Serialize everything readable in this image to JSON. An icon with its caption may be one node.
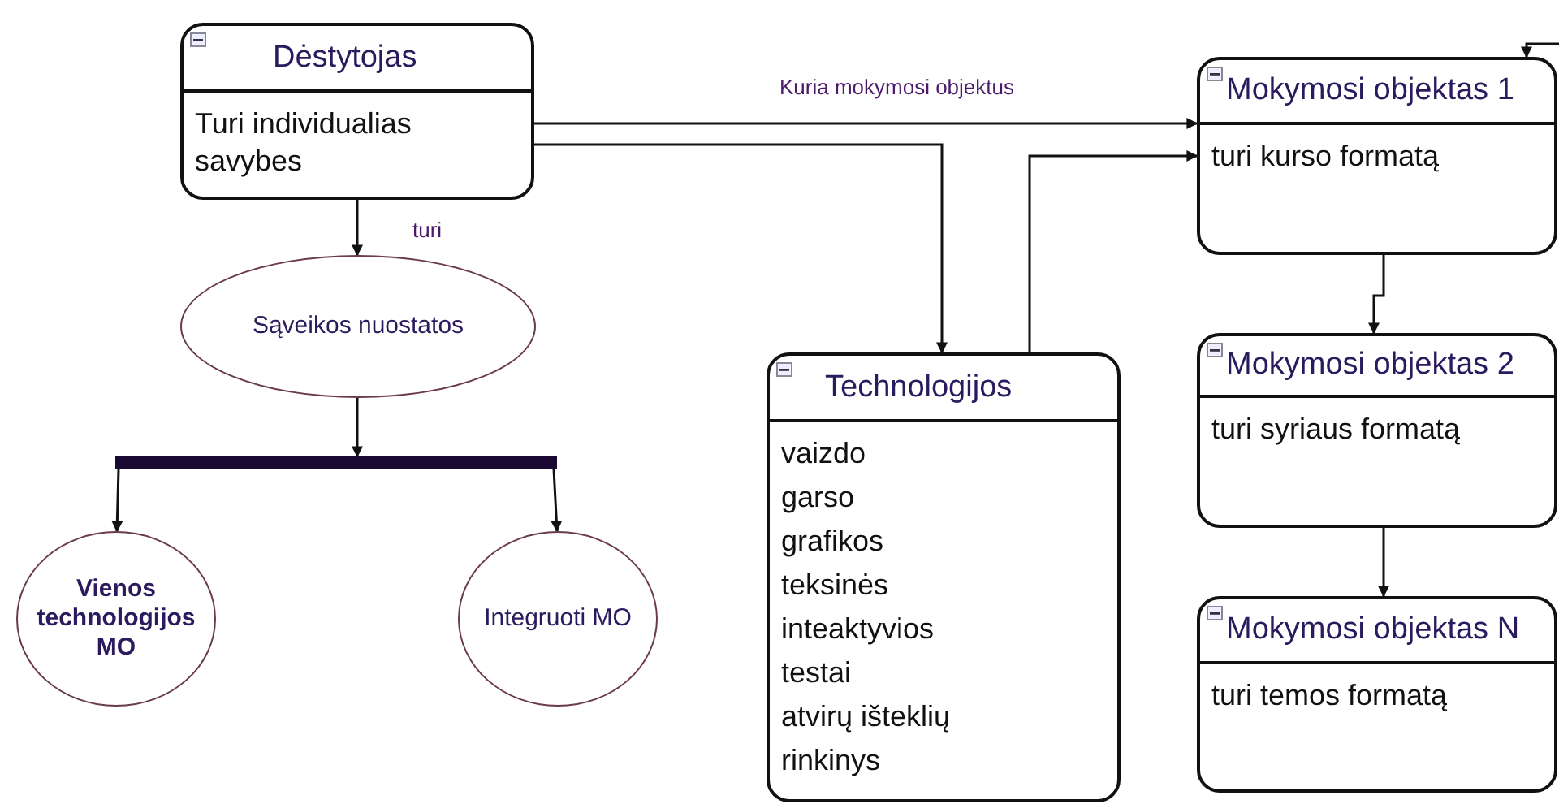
{
  "diagram": {
    "nodes": [
      {
        "text": [
          "Dėstytojas",
          "Turi individualias savybes"
        ]
      },
      {
        "text": [
          "Sąveikos nuostatos"
        ]
      },
      {
        "text": [],
        "shape": "bar"
      },
      {
        "text": [
          "Vienos technologijos MO"
        ]
      },
      {
        "text": [
          "Integruoti MO"
        ]
      },
      {
        "text": [
          "Technologijos",
          "vaizdo",
          "garso",
          "grafikos",
          "teksinės",
          "inteaktyvios",
          "testai",
          "atvirų išteklių",
          "rinkinys"
        ]
      },
      {
        "text": [
          "Mokymosi objektas 1",
          "turi kurso formatą"
        ]
      },
      {
        "text": [
          "Mokymosi objektas 2",
          "turi syriaus formatą"
        ]
      },
      {
        "text": [
          "Mokymosi objektas N",
          "turi temos formatą"
        ]
      }
    ],
    "edges": [
      {
        "from": 0,
        "to": 6,
        "arrow": "to",
        "label": "Kuria mokymosi objektus"
      },
      {
        "from": 0,
        "to": 5,
        "arrow": "to"
      },
      {
        "from": 5,
        "to": 6,
        "arrow": "to"
      },
      {
        "from": 0,
        "to": 1,
        "arrow": "to",
        "label": "turi"
      },
      {
        "from": 1,
        "to": 2,
        "arrow": "to"
      },
      {
        "from": 2,
        "to": 3,
        "arrow": "to"
      },
      {
        "from": 2,
        "to": 4,
        "arrow": "to"
      },
      {
        "from": 6,
        "to": 7,
        "arrow": "to"
      },
      {
        "from": 7,
        "to": 8,
        "arrow": "to"
      },
      {
        "from": null,
        "to": 6,
        "arrow": "to"
      }
    ]
  }
}
